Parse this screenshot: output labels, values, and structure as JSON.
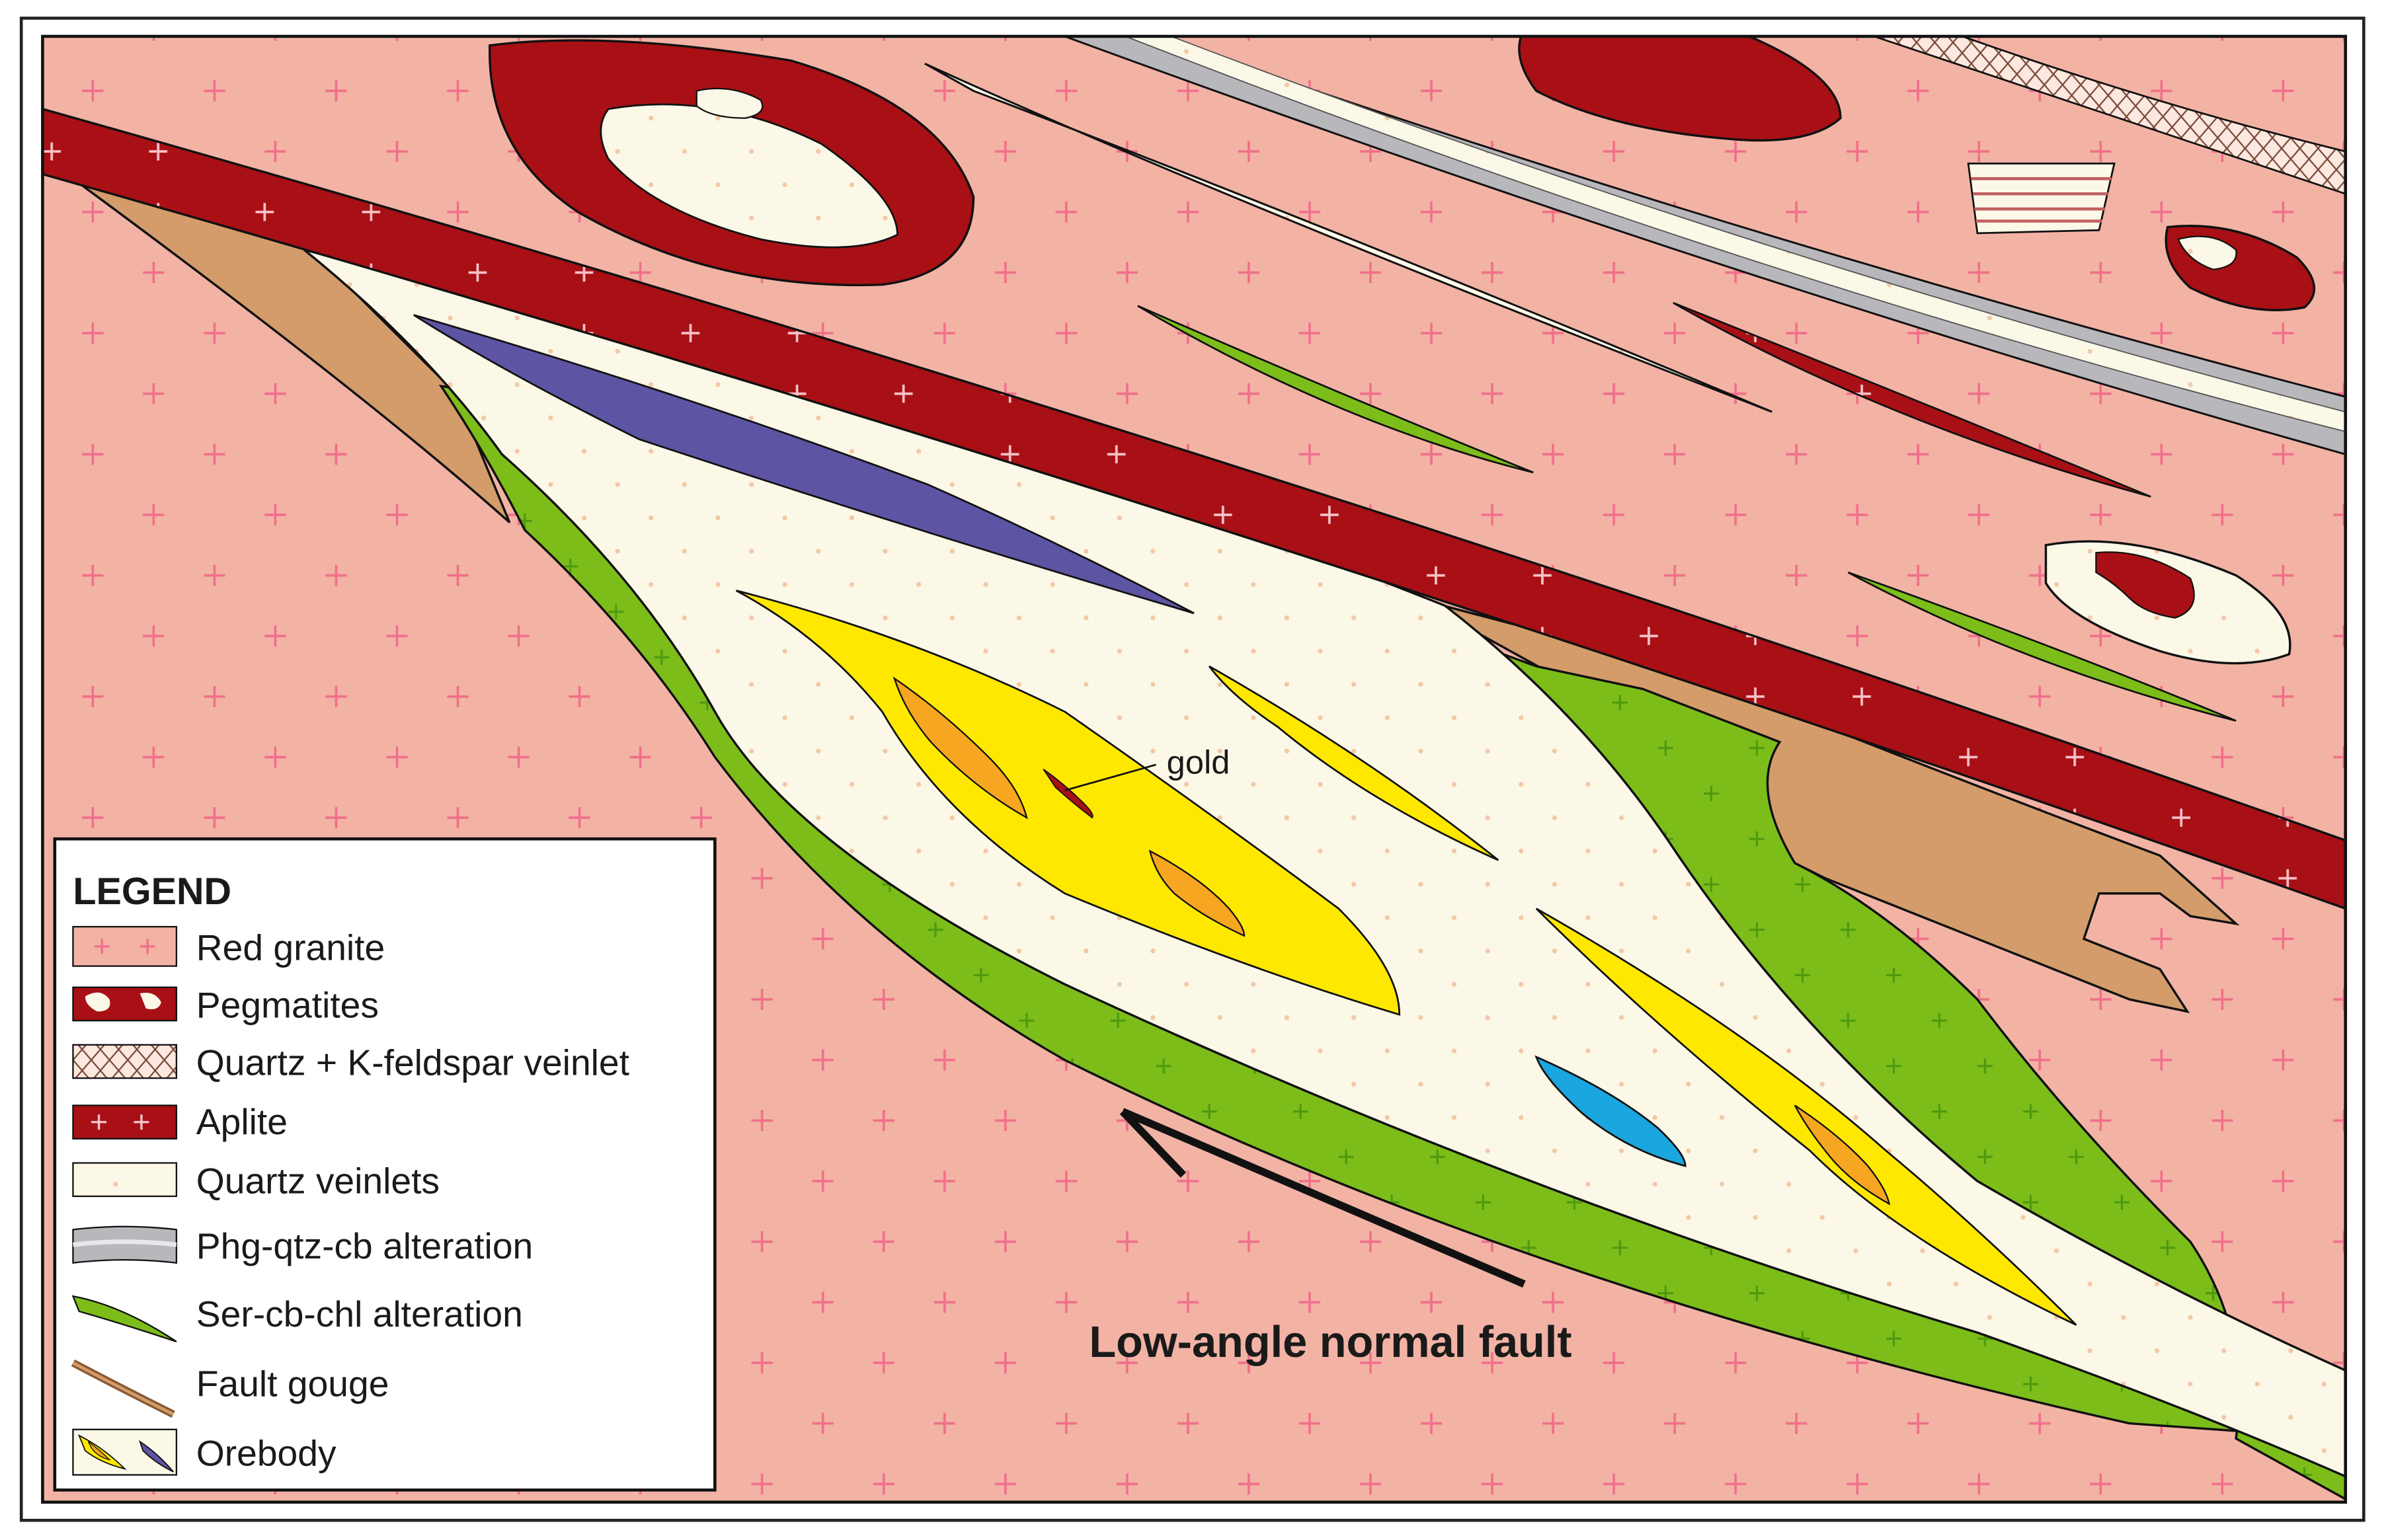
{
  "diagram": {
    "annotation_gold": "gold",
    "fault_label": "Low-angle normal fault"
  },
  "legend": {
    "title": "LEGEND",
    "items": [
      {
        "label": "Red granite",
        "swatch": "red-granite"
      },
      {
        "label": "Pegmatites",
        "swatch": "pegmatites"
      },
      {
        "label": "Quartz + K-feldspar veinlet",
        "swatch": "quartz-kfeldspar"
      },
      {
        "label": "Aplite",
        "swatch": "aplite"
      },
      {
        "label": "Quartz veinlets",
        "swatch": "quartz-veinlets"
      },
      {
        "label": "Phg-qtz-cb alteration",
        "swatch": "phg-qtz-cb"
      },
      {
        "label": "Ser-cb-chl alteration",
        "swatch": "ser-cb-chl"
      },
      {
        "label": "Fault gouge",
        "swatch": "fault-gouge"
      },
      {
        "label": "Orebody",
        "swatch": "orebody"
      }
    ]
  },
  "colors": {
    "granite": "#F2B3A5",
    "granite_cross": "#F0708A",
    "aplite": "#A81015",
    "pegmatite": "#A81015",
    "quartz": "#FCF8E8",
    "quartz_dot": "#F2C9A8",
    "ser_cb_chl": "#7DBD1A",
    "ser_cross": "#4E9A10",
    "fault_gouge": "#D49C6A",
    "phg": "#B8B8BC",
    "orebody_yellow": "#FFE800",
    "orebody_orange": "#F6A620",
    "purple": "#5E54A4",
    "cyan": "#1AA6DE"
  }
}
